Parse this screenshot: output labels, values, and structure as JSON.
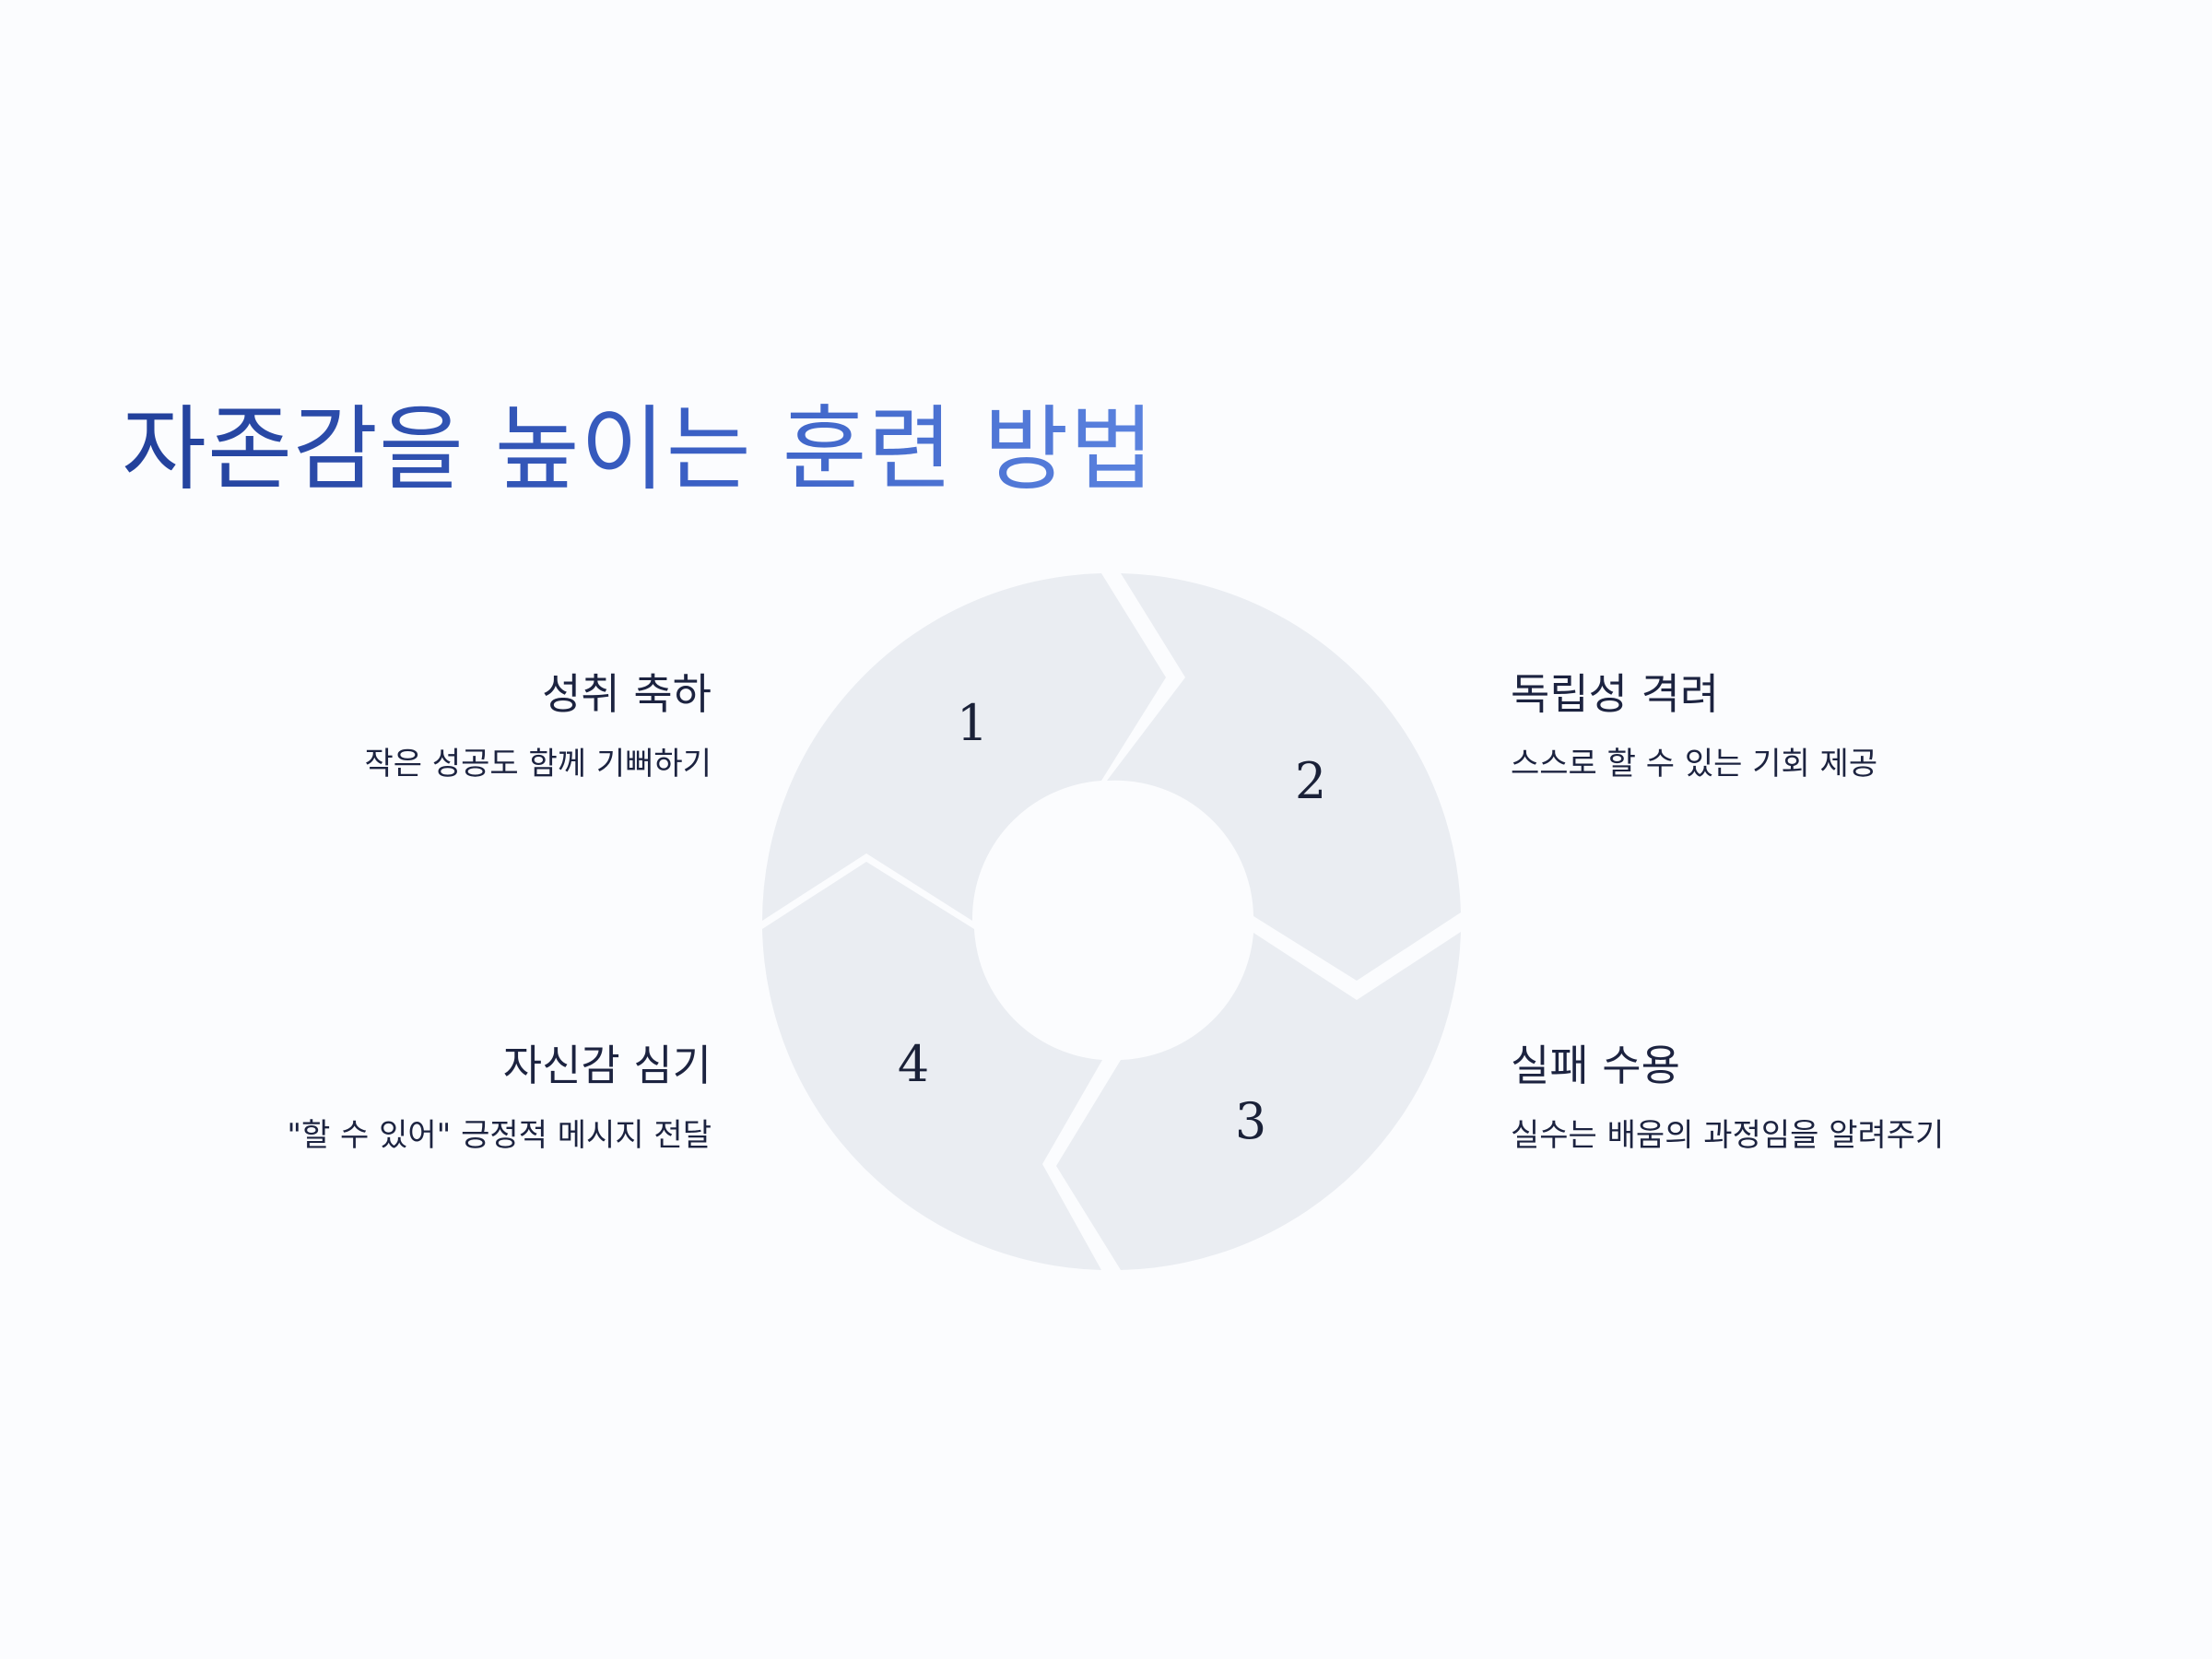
{
  "title": "자존감을 높이는 훈련 방법",
  "colors": {
    "background": "#fbfcfe",
    "segment": "#eaedf2",
    "title_start": "#22409a",
    "title_end": "#5b83df",
    "text": "#1c2340"
  },
  "cycle": {
    "segments": [
      {
        "number": "1",
        "title": "성취 축하",
        "description": "작은 성공도 함께 기뻐하기"
      },
      {
        "number": "2",
        "title": "독립성 격려",
        "description": "스스로 할 수 있는 기회 제공"
      },
      {
        "number": "3",
        "title": "실패 수용",
        "description": "실수는 배움의 과정임을 알려주기"
      },
      {
        "number": "4",
        "title": "자신감 심기",
        "description": "\"할 수 있어\" 긍정적 메시지 전달"
      }
    ]
  }
}
